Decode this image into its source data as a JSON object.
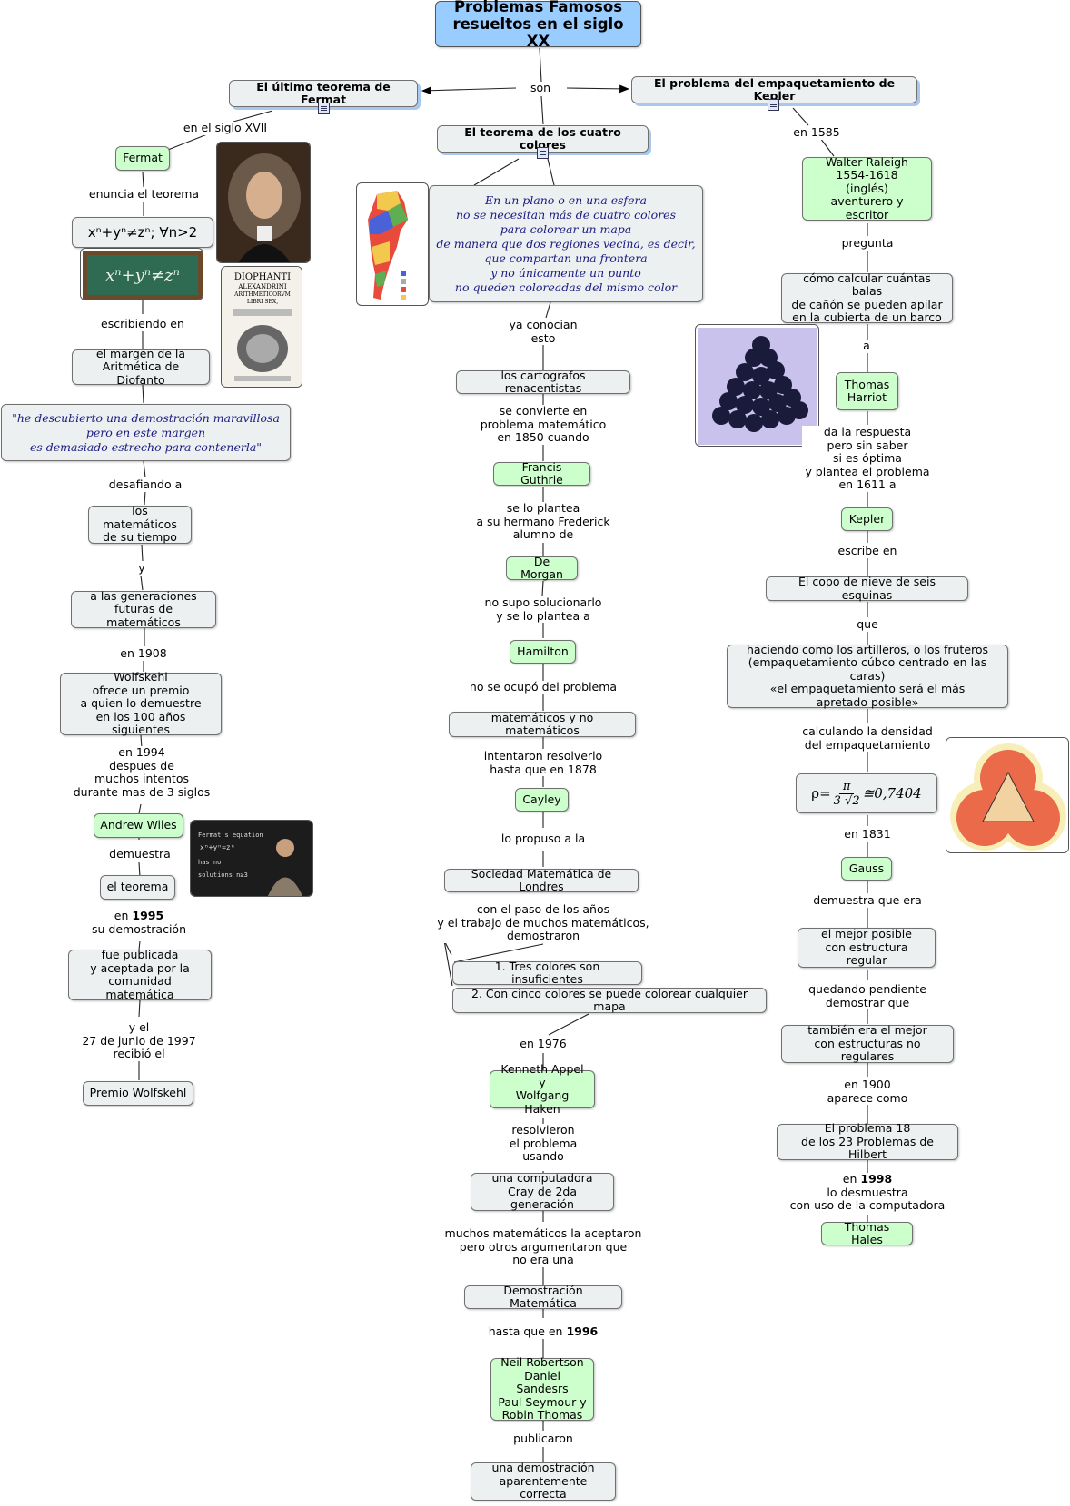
{
  "title": "Problemas Famosos\nresueltos en el siglo XX",
  "link_son": "son",
  "fermat": {
    "head": "El último teorema de Fermat",
    "l_siglo": "en el siglo XVII",
    "n_fermat": "Fermat",
    "l_enuncia": "enuncia el teorema",
    "formula": "xⁿ+yⁿ≠zⁿ; ∀n>2",
    "l_escribiendo": "escribiendo en",
    "n_margen": "el margen de la\nAritmética de Diofanto",
    "quote": "\"he descubierto una demostración maravillosa\npero en este margen\nes demasiado estrecho para contenerla\"",
    "l_desafiando": "desafiando a",
    "n_matematicos": "los matemáticos\nde su tiempo",
    "l_y": "y",
    "n_generaciones": "a las generaciones\nfuturas de matemáticos",
    "l_1908": "en 1908",
    "n_wolfskehl": "Wolfskehl\nofrece un premio\na quien lo demuestre\nen los 100 años siguientes",
    "l_1994": "en 1994\ndespues de\nmuchos intentos\ndurante mas de 3 siglos",
    "n_wiles": "Andrew Wiles",
    "l_demuestra": "demuestra",
    "n_teorema": "el teorema",
    "l_1995_a": "en ",
    "l_1995_b": "1995",
    "l_1995_c": "\nsu demostración",
    "n_publicada": "fue publicada\ny aceptada por la\ncomunidad matemática",
    "l_1997": "y el\n27 de junio de 1997\nrecibió el",
    "n_premio": "Premio Wolfskehl",
    "book_title": "DIOPHANTI\nALEXANDRINI\nARITHMETICORVM\nLIBRI SEX,",
    "board_text": "Fermat's equation\nxⁿ+yⁿ=zⁿ\nhas no\nsolutions n≥3"
  },
  "colores": {
    "head": "El teorema de los cuatro colores",
    "quote": "En un plano o en una esfera\nno se necesitan más de cuatro colores\npara colorear un mapa\nde manera que dos regiones vecina, es decir,\nque compartan una frontera\ny no únicamente un punto\nno queden coloreadas del mismo color",
    "l_conocian": "ya conocian\nesto",
    "n_cartografos": "los cartografos renacentistas",
    "l_1850": "se convierte en\nproblema matemático\nen 1850 cuando",
    "n_guthrie": "Francis Guthrie",
    "l_plantea": "se lo plantea\na su hermano Frederick\nalumno de",
    "n_demorgan": "De Morgan",
    "l_nosupo": "no supo solucionarlo\ny se lo plantea a",
    "n_hamilton": "Hamilton",
    "l_noocupo": "no se ocupó del problema",
    "n_matyno": "matemáticos y no matemáticos",
    "l_intentaron": "intentaron resolverlo\nhasta que en 1878",
    "n_cayley": "Cayley",
    "l_propuso": "lo propuso a la",
    "n_sociedad": "Sociedad Matemática de Londres",
    "l_conelpaso": "con el paso de los años\ny el trabajo de muchos matemáticos,\ndemostraron",
    "n_tres": "1. Tres colores son insuficientes",
    "n_cinco": "2. Con cinco colores se puede colorear cualquier mapa",
    "l_1976": "en 1976",
    "n_appel": "Kenneth Appel y\nWolfgang Haken",
    "l_resolvieron": "resolvieron\nel problema\nusando",
    "n_cray": "una computadora\nCray de 2da generación",
    "l_muchos": "muchos matemáticos la aceptaron\npero otros argumentaron que\nno era una",
    "n_demostracion": "Demostración Matemática",
    "l_1996_a": "hasta que en ",
    "l_1996_b": "1996",
    "n_robertson": "Neil Robertson\nDaniel Sandesrs\nPaul Seymour y\nRobin Thomas",
    "l_publicaron": "publicaron",
    "n_correcta": "una demostración\naparentemente correcta"
  },
  "kepler": {
    "head": "El problema del empaquetamiento de Kepler",
    "l_1585": "en 1585",
    "n_raleigh": "Walter Raleigh\n1554-1618\n(inglés)\naventurero y escritor",
    "l_pregunta": "pregunta",
    "n_balas": "cómo calcular cuántas balas\nde cañón se pueden apilar\nen la cubierta de un barco",
    "l_a": "a",
    "n_harriot": "Thomas\nHarriot",
    "l_respuesta": "da la respuesta\npero sin saber\nsi es óptima\ny plantea el problema\nen 1611 a",
    "n_kepler": "Kepler",
    "l_escribe": "escribe en",
    "n_copo": "El copo de nieve de seis esquinas",
    "l_que": "que",
    "n_artilleros": "haciendo como los artilleros, o los fruteros\n(empaquetamiento cúbco centrado en las caras)\n«el empaquetamiento será el más\napretado posible»",
    "l_densidad": "calculando la densidad\ndel empaquetamiento",
    "density_rho": "ρ=",
    "density_num": "π",
    "density_den": "3 √2",
    "density_val": "≅0,7404",
    "l_1831": "en 1831",
    "n_gauss": "Gauss",
    "l_demuestraque": "demuestra que era",
    "n_mejor": "el mejor posible\ncon estructura regular",
    "l_quedando": "quedando pendiente\ndemostrar que",
    "n_tambien": "también era el mejor\ncon estructuras no regulares",
    "l_1900": "en 1900\naparece como",
    "n_hilbert": "El problema 18\nde los 23 Problemas de Hilbert",
    "l_1998_a": "en ",
    "l_1998_b": "1998",
    "l_1998_c": "\nlo desmuestra\ncon uso de la computadora",
    "n_hales": "Thomas Hales"
  },
  "colors": {
    "node": "#ecf0f1",
    "green": "#ccffcc",
    "title": "#99ccff",
    "line": "#222222"
  }
}
